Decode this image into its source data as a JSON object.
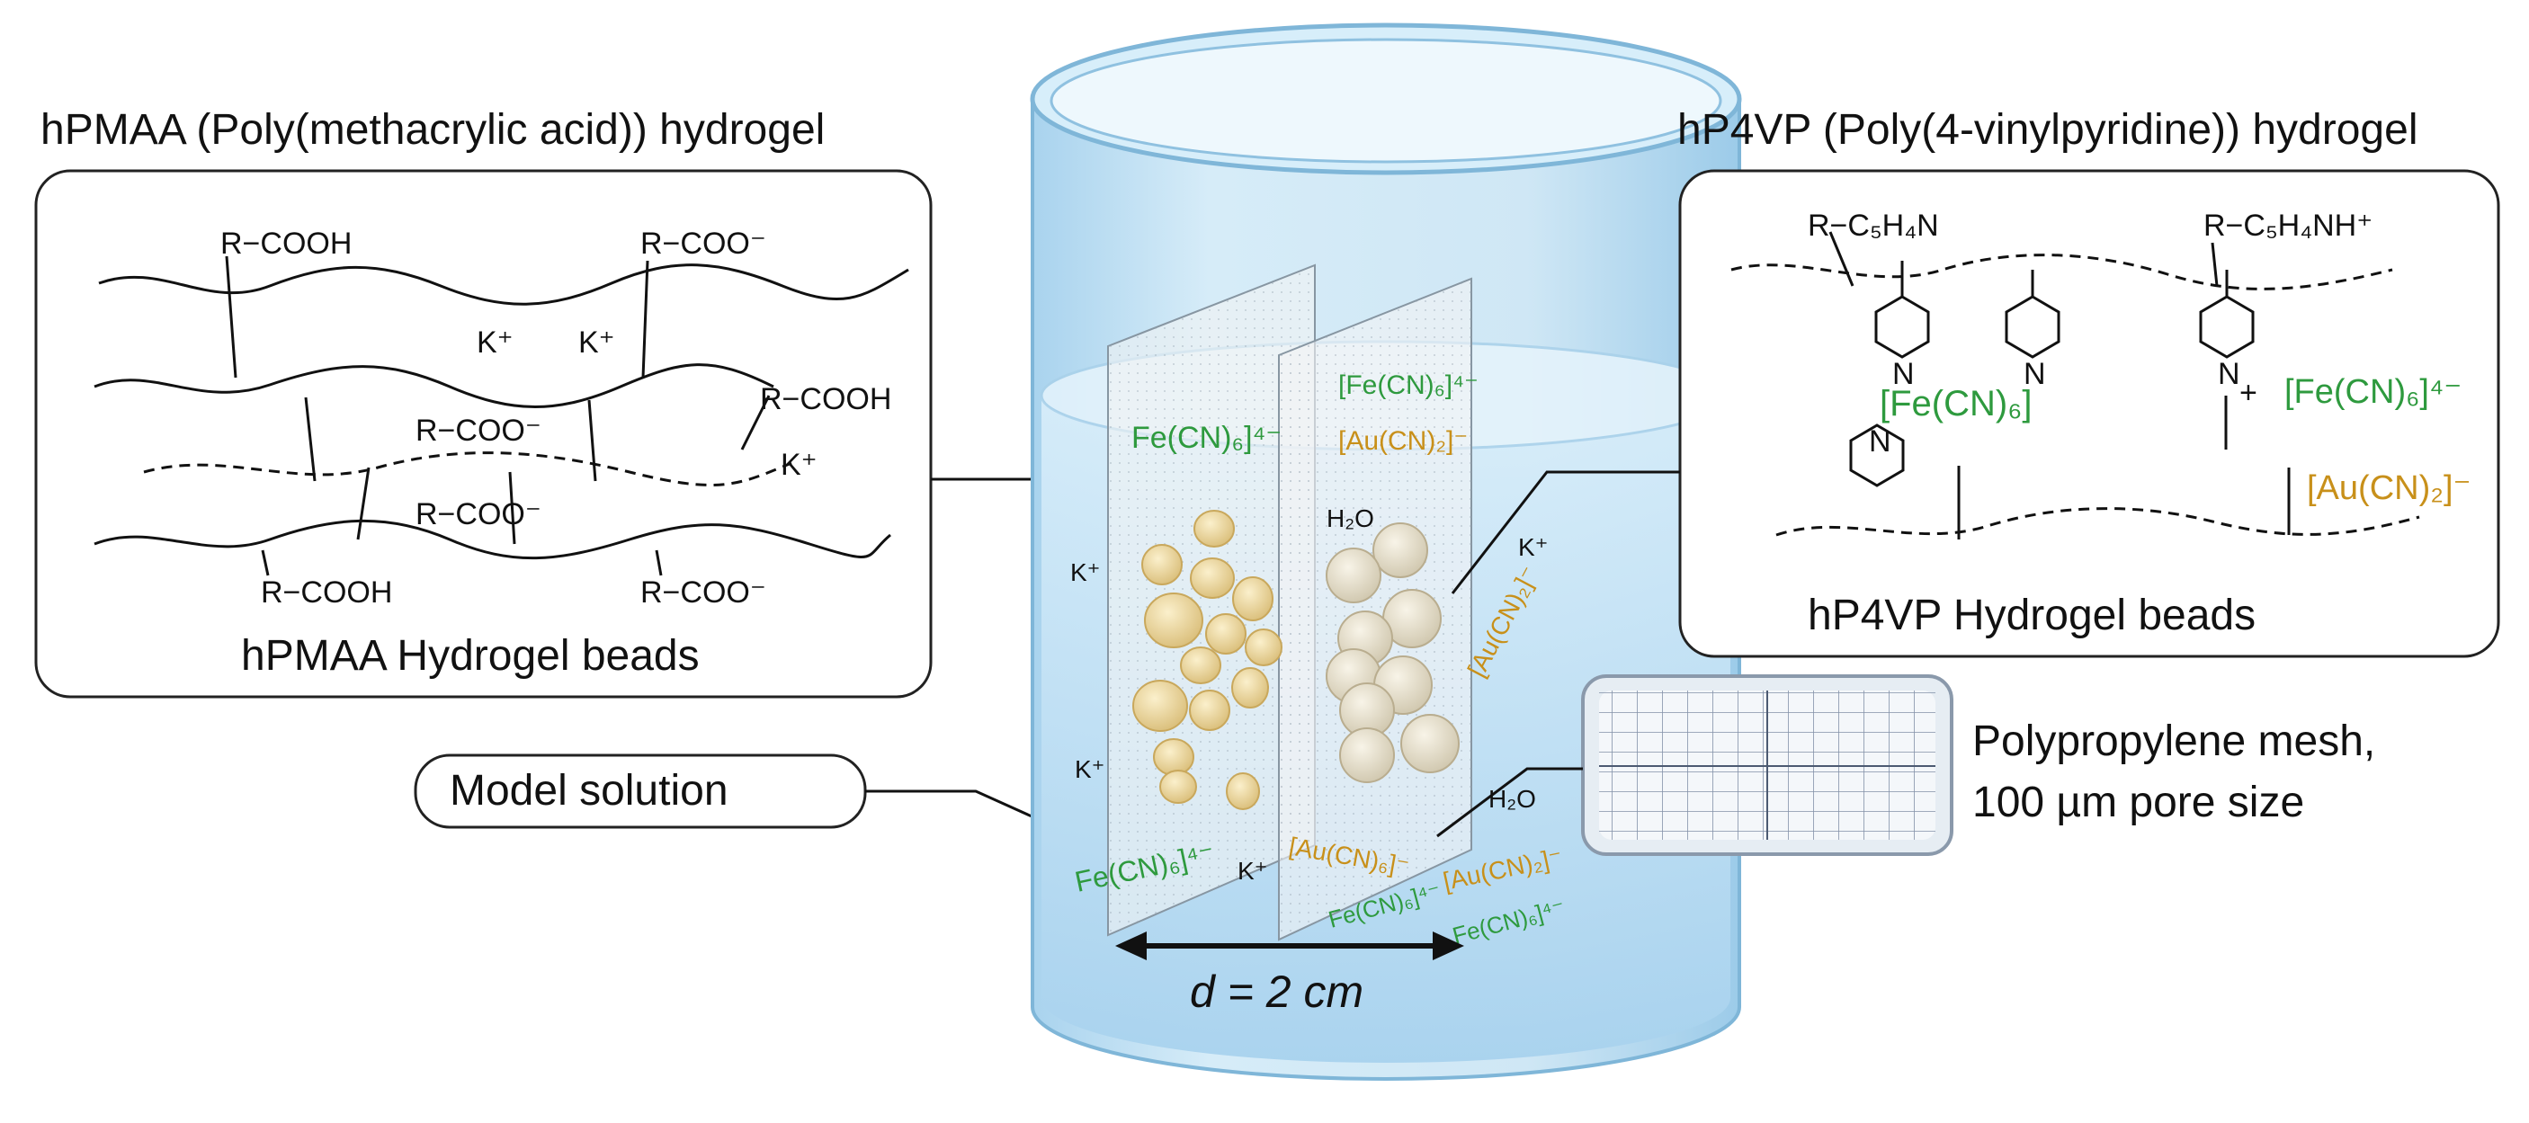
{
  "left_panel": {
    "title": "hPMAA (Poly(methacrylic acid)) hydrogel",
    "caption": "hPMAA Hydrogel beads",
    "groups": [
      "R−COOH",
      "R−COO⁻",
      "R−COOH",
      "R−COO⁻",
      "R−COO⁻",
      "R−COOH",
      "R−COO⁻"
    ],
    "ions": [
      "K⁺",
      "K⁺",
      "K⁺"
    ]
  },
  "right_panel": {
    "title": "hP4VP (Poly(4-vinylpyridine)) hydrogel",
    "caption": "hP4VP Hydrogel beads",
    "group_neutral": "R−C₅H₄N",
    "group_protonated": "R−C₅H₄NH⁺",
    "ring_atom": "N",
    "ring_plus": "+",
    "ferro_mid": "[Fe(CN)₆]",
    "ferro_right": "[Fe(CN)₆]⁴⁻",
    "aurocyanide": "[Au(CN)₂]⁻"
  },
  "model_solution_label": "Model solution",
  "mesh": {
    "line1": "Polypropylene mesh,",
    "line2": "100 µm pore size"
  },
  "cylinder": {
    "distance_label": "d = 2 cm",
    "labels": {
      "fe_top_left": "Fe(CN)₆]⁴⁻",
      "fe_top_right": "[Fe(CN)₆]⁴⁻",
      "au_top_right": "[Au(CN)₂]⁻",
      "h2o_top": "H₂O",
      "k1": "K⁺",
      "k2": "K⁺",
      "k3": "K⁺",
      "k4": "K⁺",
      "au_diag": "[Au(CN)₂]⁻",
      "h2o_bottom": "H₂O",
      "fe_bottom_left": "Fe(CN)₆]⁴⁻",
      "au_mid": "[Au(CN)₆]⁻",
      "fe_bottom_mid": "Fe(CN)₆]⁴⁻",
      "au_bottom_right": "[Au(CN)₂]⁻",
      "fe_bottom_right": "Fe(CN)₆]⁴⁻"
    }
  },
  "colors": {
    "ferrocyanide": "#2e9a3e",
    "aurocyanide": "#c8901a",
    "water_blue": "#bfe0f2",
    "cylinder_edge": "#7fb6d8",
    "bead_yellow": "#ecd9a0",
    "bead_white": "#ece6d4"
  }
}
